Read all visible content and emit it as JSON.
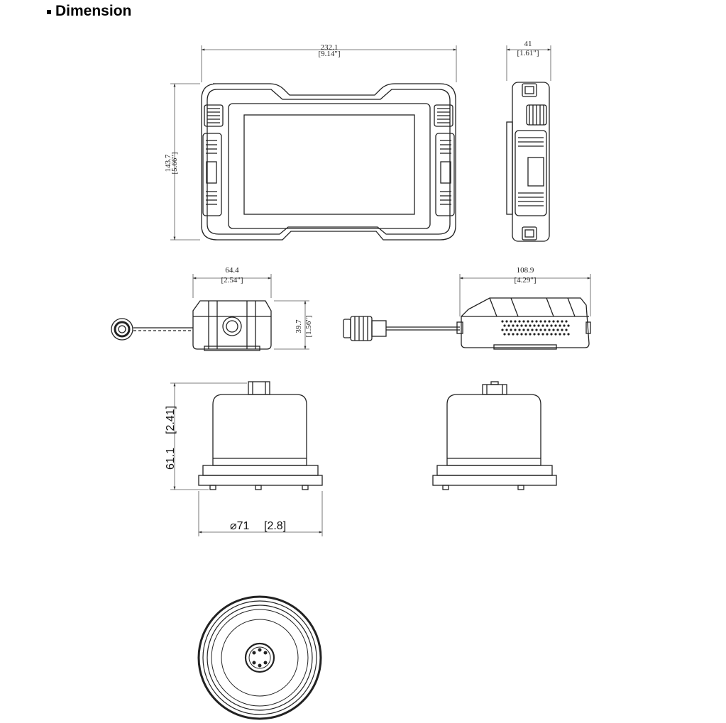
{
  "section": {
    "title": "Dimension"
  },
  "dimensions": {
    "monitor_front_width": {
      "value": "232.1",
      "inch": "[9.14\"]"
    },
    "monitor_side_depth": {
      "value": "41",
      "inch": "[1.61\"]"
    },
    "monitor_height": {
      "value": "143.7",
      "inch": "[5.66\"]"
    },
    "camera_width": {
      "value": "64.4",
      "inch": "[2.54\"]"
    },
    "camera_height": {
      "value": "39.7",
      "inch": "[1.56\"]"
    },
    "camera_length": {
      "value": "108.9",
      "inch": "[4.29\"]"
    },
    "base_height": {
      "value": "61.1",
      "inch": "[2.41]"
    },
    "base_diameter": {
      "value": "⌀71",
      "inch": "[2.8]"
    }
  }
}
